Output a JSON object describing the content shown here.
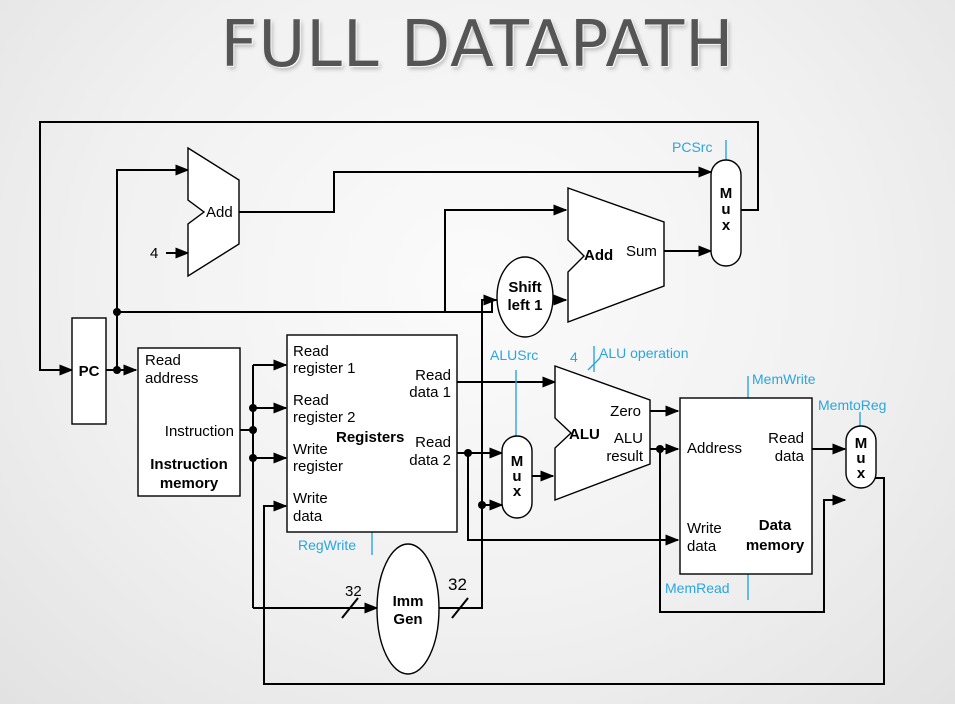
{
  "title": "FULL DATAPATH",
  "diagram": {
    "pc_label": "PC",
    "pc_adder": {
      "label": "Add",
      "constant": "4"
    },
    "branch_adder": {
      "label": "Add",
      "output": "Sum"
    },
    "shift": {
      "line1": "Shift",
      "line2": "left 1"
    },
    "instruction_memory": {
      "input_read_line1": "Read",
      "input_read_line2": "address",
      "output": "Instruction",
      "name_line1": "Instruction",
      "name_line2": "memory"
    },
    "registers": {
      "name": "Registers",
      "rr1_line1": "Read",
      "rr1_line2": "register 1",
      "rr2_line1": "Read",
      "rr2_line2": "register 2",
      "wr_line1": "Write",
      "wr_line2": "register",
      "wd_line1": "Write",
      "wd_line2": "data",
      "rd1_line1": "Read",
      "rd1_line2": "data 1",
      "rd2_line1": "Read",
      "rd2_line2": "data 2"
    },
    "alu": {
      "name": "ALU",
      "zero": "Zero",
      "result_line1": "ALU",
      "result_line2": "result",
      "op_bits": "4"
    },
    "data_memory": {
      "address": "Address",
      "read_line1": "Read",
      "read_line2": "data",
      "write_line1": "Write",
      "write_line2": "data",
      "name_line1": "Data",
      "name_line2": "memory"
    },
    "mux_letters": [
      "M",
      "u",
      "x"
    ],
    "imm_gen": {
      "line1": "Imm",
      "line2": "Gen",
      "in_width": "32",
      "out_width": "32"
    },
    "control_signals": {
      "pcsrc": "PCSrc",
      "alusrc": "ALUSrc",
      "alu_operation": "ALU operation",
      "memwrite": "MemWrite",
      "memtoreg": "MemtoReg",
      "regwrite": "RegWrite",
      "memread": "MemRead"
    },
    "colors": {
      "control": "#2aa6df",
      "wire": "#000000",
      "block_fill": "#ffffff"
    }
  }
}
